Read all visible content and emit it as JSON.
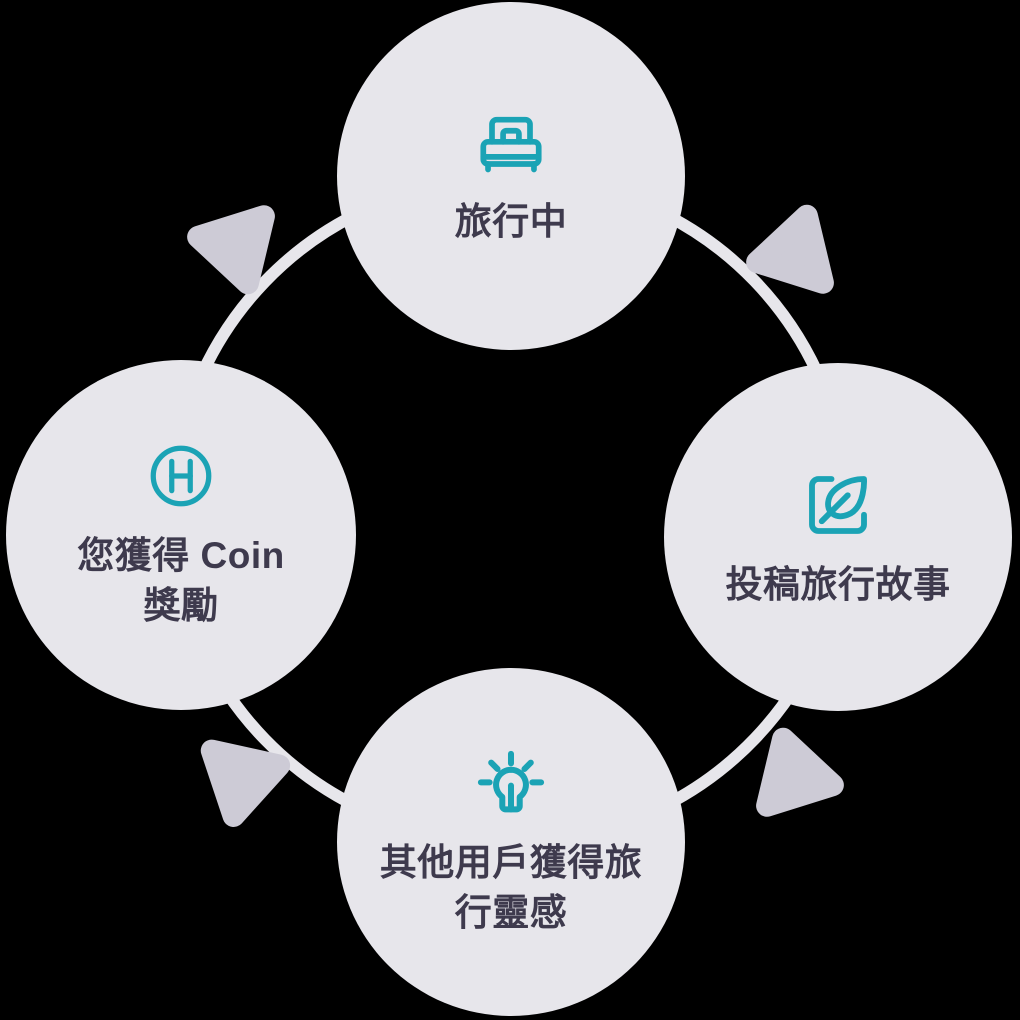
{
  "diagram": {
    "title": "",
    "type": "clockwise-cycle",
    "background_color": "#000000",
    "node_fill_color": "#e7e6eb",
    "icon_color": "#1ba3b5",
    "label_color": "#3e3a4d",
    "arc_color": "#e7e6eb",
    "arrow_color": "#cdcbd6",
    "nodes": [
      {
        "id": "travelling",
        "position": "top",
        "icon": "bed-icon",
        "label": "旅行中"
      },
      {
        "id": "post-story",
        "position": "right",
        "icon": "leaf-write-icon",
        "label": "投稿旅行故事"
      },
      {
        "id": "others-inspired",
        "position": "bottom",
        "icon": "lightbulb-icon",
        "label": "其他用戶獲得旅\n行靈感"
      },
      {
        "id": "earn-coin",
        "position": "left",
        "icon": "coin-h-icon",
        "label": "您獲得 Coin\n獎勵"
      }
    ],
    "connectors": [
      {
        "id": "arc-top-right",
        "from": "travelling",
        "to": "post-story",
        "arrow": "arrowhead-top-right"
      },
      {
        "id": "arc-bottom-right",
        "from": "post-story",
        "to": "others-inspired",
        "arrow": "arrowhead-bottom-right"
      },
      {
        "id": "arc-bottom-left",
        "from": "others-inspired",
        "to": "earn-coin",
        "arrow": "arrowhead-bottom-left"
      },
      {
        "id": "arc-top-left",
        "from": "earn-coin",
        "to": "travelling",
        "arrow": "arrowhead-top-left"
      }
    ]
  }
}
